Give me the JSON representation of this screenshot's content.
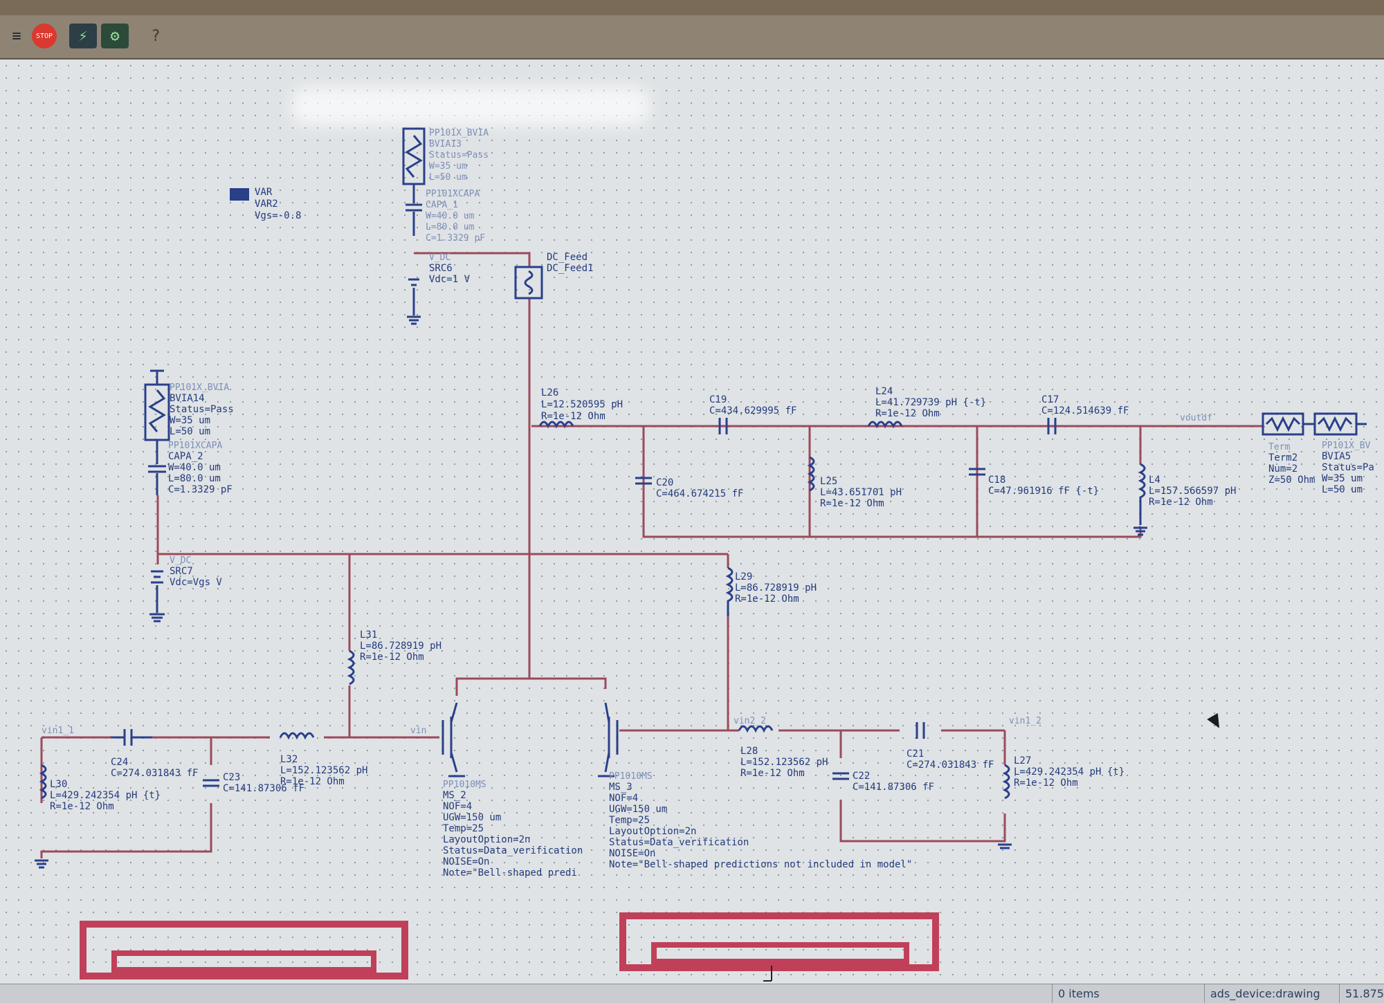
{
  "toolbar": {
    "buttons": [
      {
        "name": "list-icon",
        "glyph": "≡"
      },
      {
        "name": "stop-button",
        "glyph": "STOP"
      },
      {
        "name": "simulate-icon",
        "glyph": "⚡"
      },
      {
        "name": "tune-icon",
        "glyph": "⚙"
      },
      {
        "name": "help-icon",
        "glyph": "?"
      }
    ]
  },
  "schematic": {
    "var2": {
      "type": "VAR",
      "name": "VAR2",
      "expr": "Vgs=-0.8"
    },
    "bvia13": {
      "type": "PP101X_BVIA",
      "name": "BVIA13",
      "status": "Status=Pass",
      "w": "W=35 um",
      "l": "L=50 um"
    },
    "capa1": {
      "type": "PP101XCAPA",
      "name": "CAPA_1",
      "w": "W=40.0 um",
      "l": "L=80.0 um",
      "c": "C=1.3329 pF"
    },
    "src6": {
      "type": "V_DC",
      "name": "SRC6",
      "v": "Vdc=1 V"
    },
    "dcfeed1": {
      "type": "DC_Feed",
      "name": "DC_Feed1"
    },
    "bvia14": {
      "type": "PP101X_BVIA",
      "name": "BVIA14",
      "status": "Status=Pass",
      "w": "W=35 um",
      "l": "L=50 um"
    },
    "capa2": {
      "type": "PP101XCAPA",
      "name": "CAPA_2",
      "w": "W=40.0 um",
      "l": "L=80.0 um",
      "c": "C=1.3329 pF"
    },
    "src7": {
      "type": "V_DC",
      "name": "SRC7",
      "v": "Vdc=Vgs V"
    },
    "l26": {
      "name": "L26",
      "l": "L=12.520595 pH",
      "r": "R=1e-12 Ohm"
    },
    "c19": {
      "name": "C19",
      "c": "C=434.629995 fF"
    },
    "l24": {
      "name": "L24",
      "l": "L=41.729739 pH {-t}",
      "r": "R=1e-12 Ohm"
    },
    "c17": {
      "name": "C17",
      "c": "C=124.514639 fF"
    },
    "c20": {
      "name": "C20",
      "c": "C=464.674215 fF"
    },
    "l25": {
      "name": "L25",
      "l": "L=43.651701 pH",
      "r": "R=1e-12 Ohm"
    },
    "c18": {
      "name": "C18",
      "c": "C=47.961916 fF {-t}"
    },
    "l4": {
      "name": "L4",
      "l": "L=157.566597 pH",
      "r": "R=1e-12 Ohm"
    },
    "net_vout": "voutdf",
    "term2": {
      "type": "Term",
      "name": "Term2",
      "num": "Num=2",
      "z": "Z=50 Ohm"
    },
    "bvia5": {
      "type": "PP101X_BV",
      "name": "BVIA5",
      "status": "Status=Pa",
      "w": "W=35 um",
      "l": "L=50 um"
    },
    "l29": {
      "name": "L29",
      "l": "L=86.728919 pH",
      "r": "R=1e-12 Ohm"
    },
    "l31": {
      "name": "L31",
      "l": "L=86.728919 pH",
      "r": "R=1e-12 Ohm"
    },
    "net_vin1_1": "vin1_1",
    "c24": {
      "name": "C24",
      "c": "C=274.031843 fF"
    },
    "l32": {
      "name": "L32",
      "l": "L=152.123562 pH",
      "r": "R=1e-12 Ohm"
    },
    "l30": {
      "name": "L30",
      "l": "L=429.242354 pH {t}",
      "r": "R=1e-12 Ohm"
    },
    "c23": {
      "name": "C23",
      "c": "C=141.87306 fF"
    },
    "net_vin": "vin",
    "ms2": {
      "type": "PP1010MS",
      "name": "MS_2",
      "nof": "NOF=4",
      "ugw": "UGW=150 um",
      "temp": "Temp=25",
      "layout": "LayoutOption=2n",
      "status": "Status=Data_verification",
      "noise": "NOISE=On",
      "note": "Note=\"Bell-shaped predi"
    },
    "ms3": {
      "type": "PP1010MS",
      "name": "MS_3",
      "nof": "NOF=4",
      "ugw": "UGW=150 um",
      "temp": "Temp=25",
      "layout": "LayoutOption=2n",
      "status": "Status=Data_verification",
      "noise": "NOISE=On",
      "note": "Note=\"Bell-shaped predictions not included in model\""
    },
    "net_vin2_2": "vin2_2",
    "l28": {
      "name": "L28",
      "l": "L=152.123562 pH",
      "r": "R=1e-12 Ohm"
    },
    "c21": {
      "name": "C21",
      "c": "C=274.031843 fF"
    },
    "c22": {
      "name": "C22",
      "c": "C=141.87306 fF"
    },
    "l27": {
      "name": "L27",
      "l": "L=429.242354 pH {t}",
      "r": "R=1e-12 Ohm"
    },
    "net_vin1_2": "vin1_2"
  },
  "statusbar": {
    "items": "0 items",
    "mode": "ads_device:drawing",
    "coord": "51.875"
  }
}
